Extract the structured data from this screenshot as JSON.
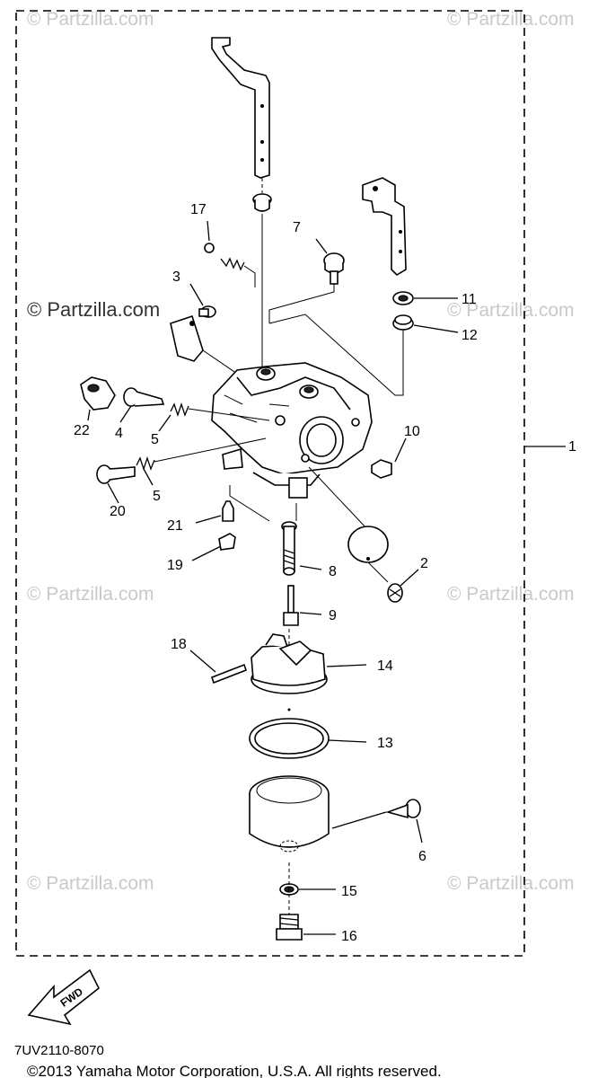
{
  "watermark": "© Partzilla.com",
  "watermark_prominent": "© Partzilla.com",
  "assembly_callout": "1",
  "callouts": {
    "c2": "2",
    "c3": "3",
    "c4": "4",
    "c5a": "5",
    "c5b": "5",
    "c6": "6",
    "c7": "7",
    "c8": "8",
    "c9": "9",
    "c10": "10",
    "c11": "11",
    "c12": "12",
    "c13": "13",
    "c14": "14",
    "c15": "15",
    "c16": "16",
    "c17": "17",
    "c18": "18",
    "c19": "19",
    "c20": "20",
    "c21": "21",
    "c22": "22"
  },
  "fwd_label": "FWD",
  "diagram_code": "7UV2110-8070",
  "copyright": "©2013 Yamaha Motor Corporation, U.S.A. All rights reserved."
}
